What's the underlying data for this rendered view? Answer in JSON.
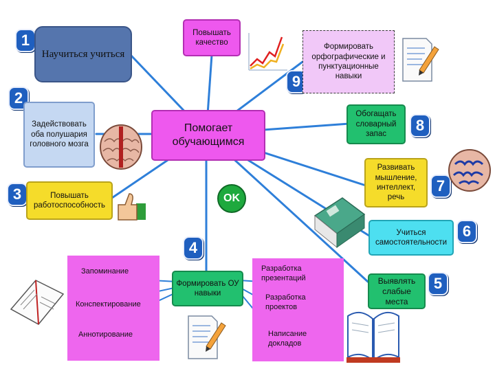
{
  "colors": {
    "line": "#2e7fd9",
    "green": "#22c06f",
    "magenta": "#ee58ee",
    "yellow": "#f5dc2a",
    "cyan": "#4ddff0",
    "dark_blue": "#5575ad",
    "light_blue": "#c5d8f2",
    "lavender": "#f1c8f8",
    "number_badge": "#1f5fbf"
  },
  "center": {
    "label": "Помогает обучающимся"
  },
  "top_magenta": {
    "label": "Повышать качество"
  },
  "node1": {
    "number": "1",
    "label": "Научиться учиться"
  },
  "node2": {
    "number": "2",
    "label": "Задействовать оба полушария головного мозга"
  },
  "node3": {
    "number": "3",
    "label": "Повышать работоспособность"
  },
  "node4": {
    "number": "4",
    "label": "Формировать ОУ навыки",
    "left_items": [
      "Запоминание",
      "Конспектирование",
      "Аннотирование"
    ],
    "right_items": [
      "Разработка презентаций",
      "Разработка проектов",
      "Написание докладов"
    ]
  },
  "node5": {
    "number": "5",
    "label": "Выявлять слабые места"
  },
  "node6": {
    "number": "6",
    "label": "Учиться самостоятельности"
  },
  "node7": {
    "number": "7",
    "label": "Развивать мышление, интеллект, речь"
  },
  "node8": {
    "number": "8",
    "label": "Обогащать словарный запас"
  },
  "node9": {
    "number": "9",
    "label": "Формировать орфографические и пунктуационные навыки"
  },
  "ok_badge": {
    "label": "OK"
  },
  "icons": [
    "brain-icon",
    "thumbs-up-icon",
    "ok-icon",
    "book-icon",
    "document-pencil-icon",
    "growth-chart-icon",
    "open-book-icon"
  ]
}
